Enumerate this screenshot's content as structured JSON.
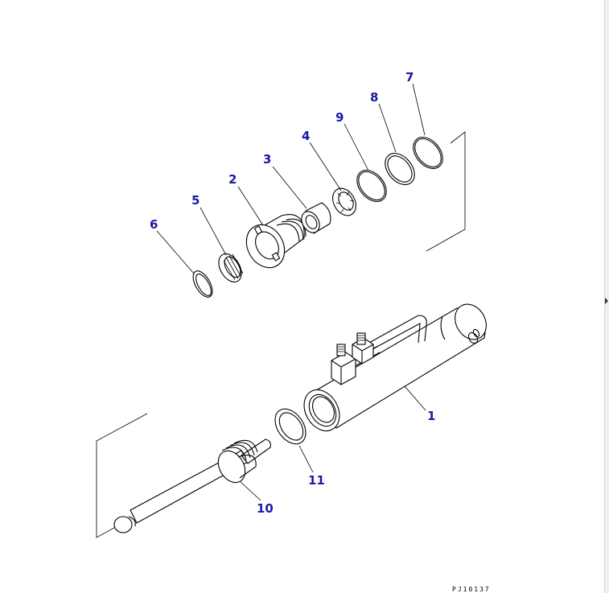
{
  "diagram": {
    "drawing_code": "PJ10137",
    "callouts": [
      "1",
      "2",
      "3",
      "4",
      "5",
      "6",
      "7",
      "8",
      "9",
      "10",
      "11"
    ]
  }
}
